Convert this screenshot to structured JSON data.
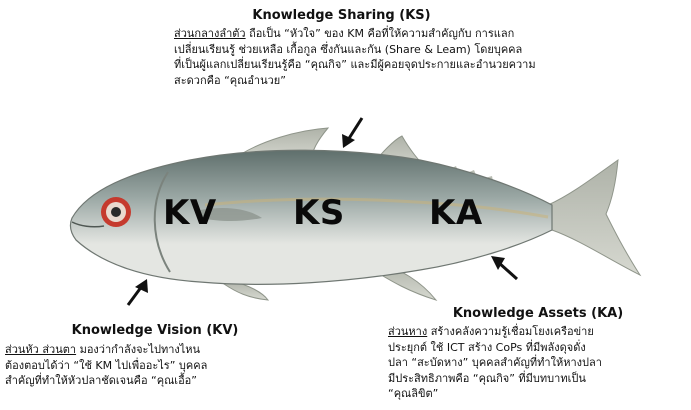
{
  "ks": {
    "title": "Knowledge Sharing (KS)",
    "lead": "ส่วนกลางลำตัว",
    "lines": [
      " ถือเป็น “หัวใจ” ของ KM คือที่ให้ความสำคัญกับ การแลก",
      "เปลี่ยนเรียนรู้ ช่วยเหลือ เกื้อกูล ซึ่งกันและกัน (Share & Leam)  โดยบุคคล",
      "ที่เป็นผู้แลกเปลี่ยนเรียนรู้คือ “คุณกิจ” และมีผู้คอยจุดประกายและอำนวยความ",
      "สะดวกคือ “คุณอำนวย”"
    ]
  },
  "kv": {
    "title": "Knowledge Vision (KV)",
    "lead": "ส่วนหัว ส่วนตา",
    "lines": [
      "  มองว่ากำลังจะไปทางไหน",
      "ต้องตอบได้ว่า  “ใช้ KM ไปเพื่ออะไร”   บุคคล",
      "สำคัญที่ทำให้หัวปลาชัดเจนคือ “คุณเอื้อ”"
    ]
  },
  "ka": {
    "title": "Knowledge Assets (KA)",
    "lead": "ส่วนหาง",
    "lines": [
      " สร้างคลังความรู้เชื่อมโยงเครือข่าย",
      "ประยุกต์ ใช้ ICT สร้าง CoPs ที่มีพลังดุจดั่ง",
      "ปลา “สะบัดหาง” บุคคลสำคัญที่ทำให้หางปลา",
      "มีประสิทธิภาพคือ     “คุณกิจ”  ที่มีบทบาทเป็น",
      "“คุณลิขิต”"
    ]
  },
  "fish_labels": {
    "kv": "KV",
    "ks": "KS",
    "ka": "KA"
  },
  "colors": {
    "fish_back": "#5f6f6c",
    "fish_mid": "#9aa7a4",
    "fish_belly": "#e4e6e2",
    "fin": "#b8bdb3",
    "eye_ring": "#c53a2e",
    "stripe": "#c8b27a"
  }
}
